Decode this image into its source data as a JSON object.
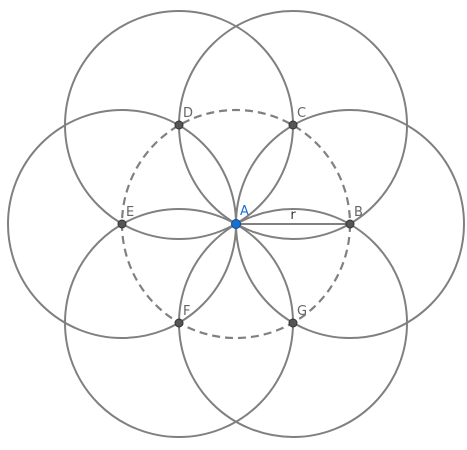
{
  "diagram": {
    "colors": {
      "circle_stroke": "#808080",
      "dashed_circle_stroke": "#808080",
      "point_fill": "#555555",
      "point_stroke": "#333333",
      "center_fill": "#1a6fd4",
      "center_stroke": "#0d4c99",
      "label_gray": "#666666",
      "label_center": "#1a6fd4",
      "label_radius": "#333333"
    },
    "center": {
      "name": "A"
    },
    "points": [
      {
        "name": "B"
      },
      {
        "name": "C"
      },
      {
        "name": "D"
      },
      {
        "name": "E"
      },
      {
        "name": "F"
      },
      {
        "name": "G"
      }
    ],
    "radius_label": "r"
  }
}
